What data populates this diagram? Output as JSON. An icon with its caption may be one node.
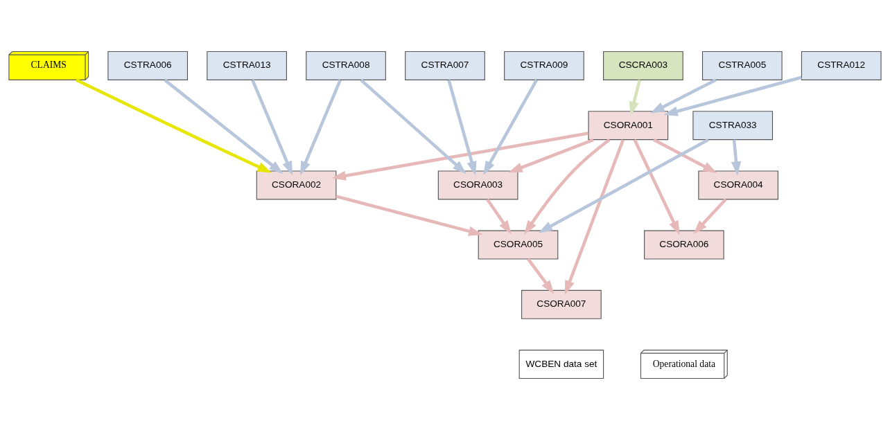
{
  "diagram": {
    "nodes": [
      {
        "text": [
          "CSCRA003"
        ]
      },
      {
        "text": [
          "CSTRA005"
        ]
      },
      {
        "text": [
          "CSTRA012"
        ]
      },
      {
        "text": [
          "CSORA001"
        ]
      },
      {
        "text": [
          "CLAIMS"
        ]
      },
      {
        "text": [
          "CSTRA006"
        ]
      },
      {
        "text": [
          "CSTRA008"
        ]
      },
      {
        "text": [
          "CSTRA007"
        ]
      },
      {
        "text": [
          "CSTRA013"
        ]
      },
      {
        "text": [
          "CSTRA009"
        ]
      },
      {
        "text": [
          "CSORA002"
        ]
      },
      {
        "text": [
          "CSORA003"
        ]
      },
      {
        "text": [
          "CSTRA033"
        ]
      },
      {
        "text": [
          "CSORA004"
        ]
      },
      {
        "text": [
          "CSORA005"
        ]
      },
      {
        "text": [
          "CSORA006"
        ]
      },
      {
        "text": [
          "CSORA007"
        ]
      },
      {
        "text": [
          "Operational data"
        ]
      },
      {
        "text": [
          "WCBEN data set"
        ]
      }
    ],
    "edges": [
      {
        "from": 0,
        "to": 3,
        "arrow": "to",
        "color": "#d5e2bc"
      },
      {
        "from": 1,
        "to": 3,
        "arrow": "to",
        "color": "#b8c6dc"
      },
      {
        "from": 2,
        "to": 3,
        "arrow": "to",
        "color": "#b8c6dc"
      },
      {
        "from": 4,
        "to": 10,
        "arrow": "to",
        "color": "#e6e600"
      },
      {
        "from": 5,
        "to": 10,
        "arrow": "to",
        "color": "#b8c6dc"
      },
      {
        "from": 6,
        "to": 10,
        "arrow": "to",
        "color": "#b8c6dc"
      },
      {
        "from": 8,
        "to": 10,
        "arrow": "to",
        "color": "#b8c6dc"
      },
      {
        "from": 6,
        "to": 11,
        "arrow": "to",
        "color": "#b8c6dc"
      },
      {
        "from": 7,
        "to": 11,
        "arrow": "to",
        "color": "#b8c6dc"
      },
      {
        "from": 9,
        "to": 11,
        "arrow": "to",
        "color": "#b8c6dc"
      },
      {
        "from": 3,
        "to": 10,
        "arrow": "to"
      },
      {
        "from": 3,
        "to": 11,
        "arrow": "to"
      },
      {
        "from": 3,
        "to": 13,
        "arrow": "to"
      },
      {
        "from": 3,
        "to": 14,
        "arrow": "to"
      },
      {
        "from": 10,
        "to": 14,
        "arrow": "to"
      },
      {
        "from": 11,
        "to": 14,
        "arrow": "to"
      },
      {
        "from": 12,
        "to": 13,
        "arrow": "to",
        "color": "#b8c6dc"
      },
      {
        "from": 12,
        "to": 14,
        "arrow": "to",
        "color": "#b8c6dc"
      },
      {
        "from": 13,
        "to": 15,
        "arrow": "to"
      },
      {
        "from": 14,
        "to": 16,
        "arrow": "to"
      },
      {
        "from": 3,
        "to": 15,
        "arrow": "to"
      },
      {
        "from": 3,
        "to": 16,
        "arrow": "to"
      }
    ]
  }
}
